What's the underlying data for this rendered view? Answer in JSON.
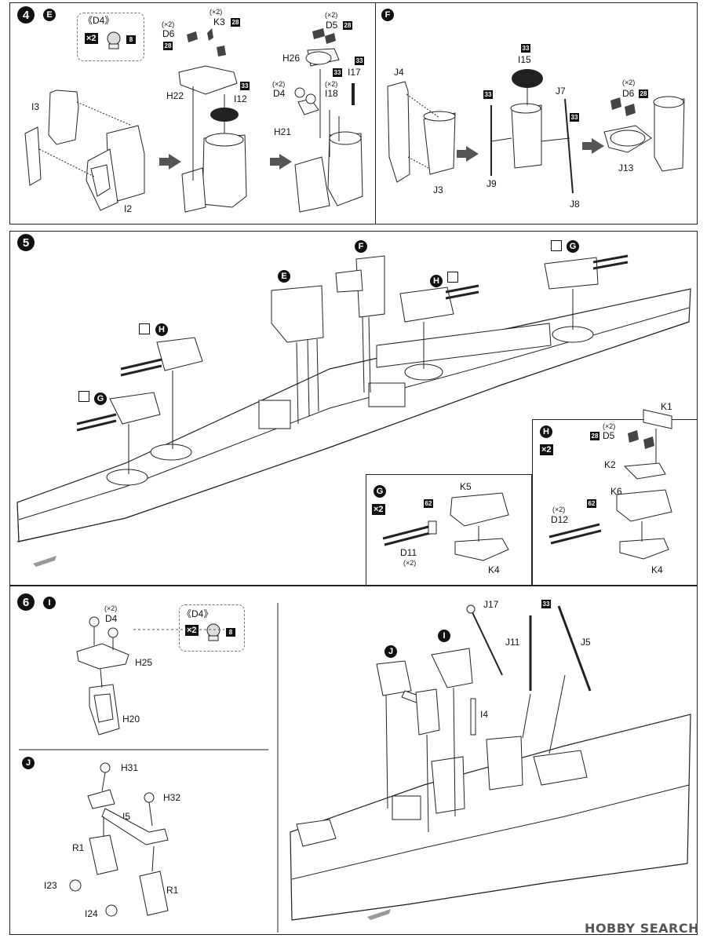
{
  "steps": {
    "s4": {
      "num": "4",
      "sub": "E"
    },
    "sF": {
      "sub": "F"
    },
    "s5": {
      "num": "5"
    },
    "s6": {
      "num": "6",
      "sub": "I"
    },
    "sJ": {
      "sub": "J"
    }
  },
  "d4_box": {
    "title": "《D4》",
    "mult": "×2",
    "code": "8"
  },
  "parts_e": {
    "d6_qty": "(×2)",
    "d6": "D6",
    "d6_code": "28",
    "k3_qty": "(×2)",
    "k3": "K3",
    "k3_code": "28",
    "h22": "H22",
    "i12": "I12",
    "i12_code": "33",
    "i3": "I3",
    "i2": "I2",
    "d5_qty": "(×2)",
    "d5": "D5",
    "d5_code": "28",
    "h26": "H26",
    "i17": "I17",
    "i17_code": "33",
    "d4_qty": "(×2)",
    "d4": "D4",
    "i18_qty": "(×2)",
    "i18": "I18",
    "i18_code": "33",
    "h21": "H21"
  },
  "parts_f": {
    "j4": "J4",
    "j3": "J3",
    "i15_code": "33",
    "i15": "I15",
    "j7": "J7",
    "j9_code": "33",
    "j9": "J9",
    "j8_code": "33",
    "j8": "J8",
    "d6_qty": "(×2)",
    "d6": "D6",
    "d6_code": "28",
    "j13": "J13"
  },
  "step5": {
    "e": "E",
    "f": "F",
    "h": "H",
    "g": "G",
    "g_box": {
      "sub": "G",
      "mult": "×2",
      "code": "62",
      "k5": "K5",
      "d11": "D11",
      "d11_qty": "(×2)",
      "k4": "K4"
    },
    "h_box": {
      "sub": "H",
      "mult": "×2",
      "k1": "K1",
      "d5_qty": "(×2)",
      "d5": "D5",
      "d5_code": "28",
      "k2": "K2",
      "k6": "K6",
      "d12_qty": "(×2)",
      "d12": "D12",
      "code62": "62",
      "k4": "K4"
    }
  },
  "step6": {
    "d4_qty": "(×2)",
    "d4": "D4",
    "h25": "H25",
    "h20": "H20",
    "h31": "H31",
    "h32": "H32",
    "i5": "I5",
    "r1a": "R1",
    "i23": "I23",
    "r1b": "R1",
    "i24": "I24",
    "j17": "J17",
    "j11": "J11",
    "j5": "J5",
    "code33": "33",
    "i4": "I4",
    "i_marker": "I",
    "j_marker": "J"
  },
  "watermark": "HOBBY SEARCH"
}
